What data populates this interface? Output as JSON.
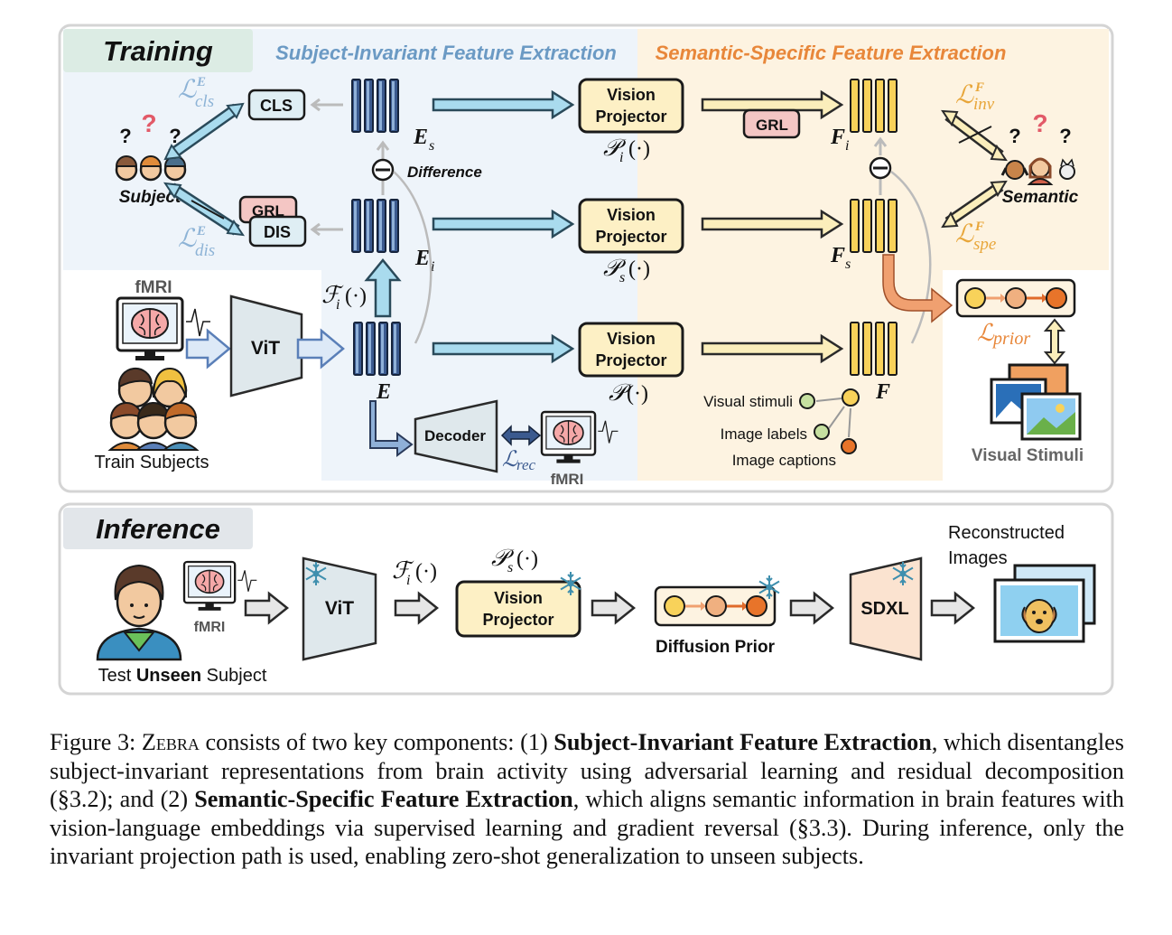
{
  "training": {
    "title": "Training",
    "sie_title": "Subject-Invariant Feature Extraction",
    "ssfe_title": "Semantic-Specific Feature Extraction",
    "cls": "CLS",
    "grl": "GRL",
    "dis": "DIS",
    "subject": "Subject",
    "semantic": "Semantic",
    "difference": "Difference",
    "fmri": "fMRI",
    "vit": "ViT",
    "train_subjects": "Train Subjects",
    "decoder": "Decoder",
    "fmri_out": "fMRI",
    "vp_line1": "Vision",
    "vp_line2": "Projector",
    "visual_stimuli_legend": "Visual stimuli",
    "image_labels": "Image labels",
    "image_captions": "Image captions",
    "visual_stimuli": "Visual Stimuli",
    "question": "?",
    "feat_es": "E",
    "feat_es_sub": "s",
    "feat_ei": "E",
    "feat_ei_sub": "i",
    "feat_e": "E",
    "feat_fi": "F",
    "feat_fi_sub": "i",
    "feat_fs": "F",
    "feat_fs_sub": "s",
    "feat_f": "F",
    "proj_pi": "𝒫",
    "proj_pi_sub": "i",
    "proj_ps": "𝒫",
    "proj_ps_sub": "s",
    "proj_p": "𝒫",
    "proj_arg": "(·)",
    "fi_op": "ℱ",
    "fi_sub": "i",
    "loss_L": "ℒ",
    "loss_cls_sup": "E",
    "loss_cls_sub": "cls",
    "loss_dis_sup": "E",
    "loss_dis_sub": "dis",
    "loss_inv_sup": "F",
    "loss_inv_sub": "inv",
    "loss_spe_sup": "F",
    "loss_spe_sub": "spe",
    "loss_prior_sub": "prior",
    "loss_rec_sub": "rec"
  },
  "inference": {
    "title": "Inference",
    "fmri": "fMRI",
    "vit": "ViT",
    "test_pre": "Test ",
    "test_bold": "Unseen",
    "test_post": " Subject",
    "fi_op": "ℱ",
    "fi_sub": "i",
    "ps_op": "𝒫",
    "ps_sub": "s",
    "arg": "(·)",
    "vp_line1": "Vision",
    "vp_line2": "Projector",
    "diffusion_prior": "Diffusion Prior",
    "sdxl": "SDXL",
    "reconstructed_line1": "Reconstructed",
    "reconstructed_line2": "Images"
  },
  "caption": {
    "p1": "Figure 3: ",
    "zebra": "Zebra",
    "p2": " consists of two key components: (1) ",
    "b1": "Subject-Invariant Feature Extraction",
    "p3": ", which disentangles subject-invariant representations from brain activity using adversarial learning and residual decomposition (§3.2); and (2) ",
    "b2": "Semantic-Specific Feature Extraction",
    "p4": ", which aligns semantic information in brain features with vision-language embeddings via supervised learning and gradient reversal (§3.3). During inference, only the invariant projection path is used, enabling zero-shot generalization to unseen subjects."
  },
  "colors": {
    "blue_panel": "#eef4fa",
    "orange_panel": "#fdf3e1",
    "blue_title": "#6b9ac4",
    "orange_title": "#e8873a",
    "blue_arrow": "#a9dbee",
    "yellow_arrow": "#fbeebb",
    "feat_blue": "#3b5a8f",
    "feat_yellow": "#f8d25a",
    "vp_fill": "#fdf0c5",
    "grl_fill": "#f4c6c4",
    "cls_fill": "#dfeef4"
  }
}
